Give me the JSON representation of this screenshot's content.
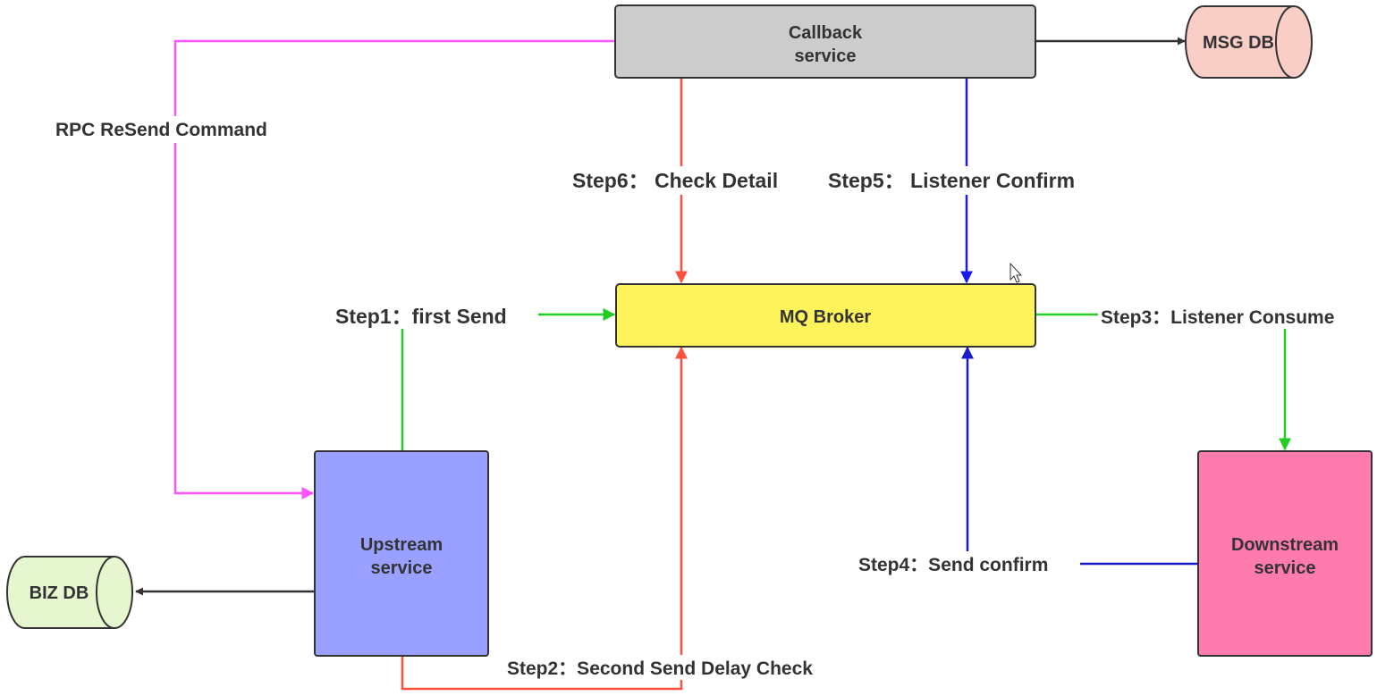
{
  "nodes": {
    "callback": {
      "line1": "Callback",
      "line2": "service",
      "color": "#cccccc"
    },
    "msg_db": {
      "label": "MSG DB",
      "color": "#f8cec6"
    },
    "mq_broker": {
      "label": "MQ Broker",
      "color": "#fff35c"
    },
    "upstream": {
      "line1": "Upstream",
      "line2": "service",
      "color": "#99a0ff"
    },
    "downstream": {
      "line1": "Downstream",
      "line2": "service",
      "color": "#ff7aad"
    },
    "biz_db": {
      "label": "BIZ DB",
      "color": "#e6f7cf"
    }
  },
  "edges": {
    "rpc_resend": {
      "label": "RPC ReSend Command",
      "color": "#ff55ff"
    },
    "step1": {
      "label": "Step1：first Send",
      "color": "#22cc22"
    },
    "step2": {
      "label": "Step2：Second Send Delay Check",
      "color": "#ff4f3f"
    },
    "step3": {
      "label": "Step3：Listener Consume",
      "color": "#22cc22"
    },
    "step4": {
      "label": "Step4：Send confirm",
      "color": "#1a1acc"
    },
    "step5": {
      "label": "Step5：  Listener Confirm",
      "color": "#1a1aee"
    },
    "step6": {
      "label": "Step6：  Check Detail",
      "color": "#ff4f3f"
    }
  }
}
